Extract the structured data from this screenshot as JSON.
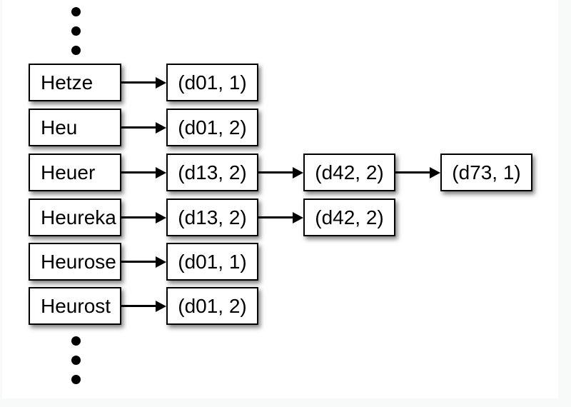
{
  "page": {
    "background_color": "#f8f9f9",
    "panel_color": "#ffffff"
  },
  "diagram": {
    "type": "inverted-index",
    "stroke_color": "#000000",
    "box_fill": "#ffffff",
    "rows": [
      {
        "term": "Hetze",
        "postings": [
          "(d01, 1)"
        ]
      },
      {
        "term": "Heu",
        "postings": [
          "(d01, 2)"
        ]
      },
      {
        "term": "Heuer",
        "postings": [
          "(d13, 2)",
          "(d42, 2)",
          "(d73, 1)"
        ]
      },
      {
        "term": "Heureka",
        "postings": [
          "(d13, 2)",
          "(d42, 2)"
        ]
      },
      {
        "term": "Heurose",
        "postings": [
          "(d01, 1)"
        ]
      },
      {
        "term": "Heurost",
        "postings": [
          "(d01, 2)"
        ]
      }
    ],
    "continuation": {
      "top_dots": 3,
      "bottom_dots": 3
    }
  }
}
